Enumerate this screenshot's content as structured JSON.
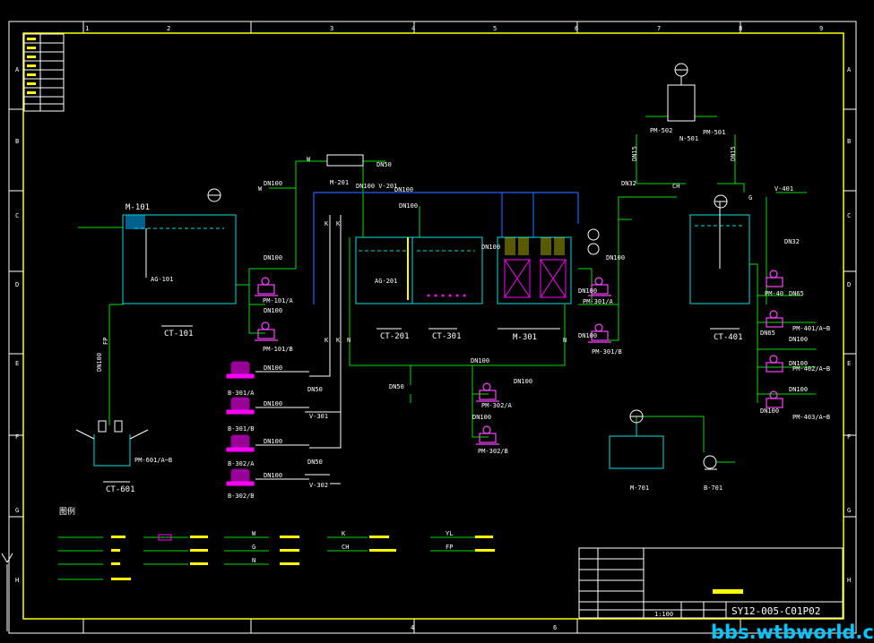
{
  "zones": {
    "cols": [
      "1",
      "2",
      "3",
      "4",
      "5",
      "6",
      "7",
      "8",
      "9"
    ],
    "rows": [
      "A",
      "B",
      "C",
      "D",
      "E",
      "F",
      "G",
      "H"
    ]
  },
  "labels": {
    "dn100": "DN100",
    "dn50": "DN50",
    "dn32": "DN32",
    "dn65": "DN65",
    "dn15": "DN15",
    "fp": "FP",
    "w": "W",
    "ch": "CH",
    "g": "G",
    "k": "K",
    "n": "N"
  },
  "equipment": {
    "m101": "M-101",
    "ag101": "AG-101",
    "ag201": "AG-201",
    "m201": "M-201",
    "dn100v201": "DN100 V-201",
    "pm101a": "PM-101/A",
    "pm101b": "PM-101/B",
    "b301a": "B-301/A",
    "b301b": "B-301/B",
    "b302a": "B-302/A",
    "b302b": "B-302/B",
    "v301": "V-301",
    "v302": "V-302",
    "pm302a": "PM-302/A",
    "pm302b": "PM-302/B",
    "pm301a": "PM-301/A",
    "pm301b": "PM-301/B",
    "pm502": "PM-502",
    "n501": "N-501",
    "pm501": "PM-501",
    "v401": "V-401",
    "pm4x": "PM-40",
    "pm401": "PM-401/A~B",
    "pm402": "PM-402/A~B",
    "pm403": "PM-403/A~B",
    "pm601": "PM-601/A~B",
    "m701": "M-701",
    "b701": "B-701"
  },
  "tanks": [
    "CT-101",
    "CT-201",
    "CT-301",
    "M-301",
    "CT-401",
    "CT-601"
  ],
  "legend_title": "图例",
  "legend": [
    "W",
    "G",
    "N",
    "K",
    "CH",
    "YL",
    "FP"
  ],
  "title_block": {
    "scale": "1:100",
    "drawing_no": "SY12-005-C01P02"
  },
  "watermark": "bbs.wtbworld.com",
  "colors": {
    "background": "#000000",
    "frame": "#ffff00",
    "piping": "#00e000",
    "vessel": "#00e0e0",
    "pump": "#ff40ff",
    "watermark": "#00c8ff"
  }
}
